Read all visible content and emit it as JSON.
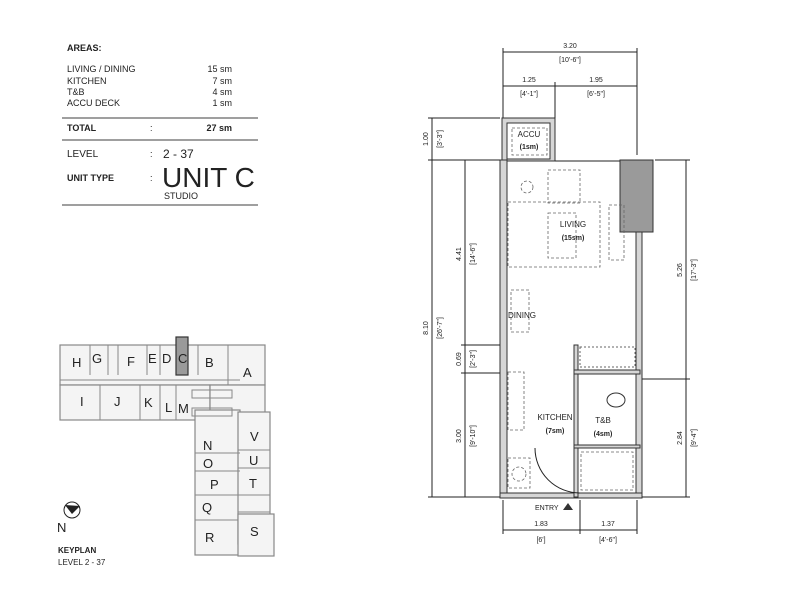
{
  "areas": {
    "heading": "AREAS:",
    "rows": [
      {
        "label": "LIVING / DINING",
        "value": "15 sm"
      },
      {
        "label": "KITCHEN",
        "value": "7 sm"
      },
      {
        "label": "T&B",
        "value": "4 sm"
      },
      {
        "label": "ACCU DECK",
        "value": "1 sm"
      }
    ],
    "total_label": "TOTAL",
    "colon": ":",
    "total_value": "27 sm",
    "level_label": "LEVEL",
    "level_value": "2 - 37",
    "unit_type_label": "UNIT TYPE",
    "unit_type_value": "UNIT C",
    "unit_subtype": "STUDIO"
  },
  "keyplan": {
    "title": "KEYPLAN",
    "level": "LEVEL  2 - 37",
    "north": "N",
    "highlight_color": "#9a9a9a",
    "units": [
      "H",
      "G",
      "F",
      "E",
      "D",
      "C",
      "B",
      "A",
      "I",
      "J",
      "K",
      "L",
      "M",
      "N",
      "O",
      "P",
      "Q",
      "R",
      "S",
      "T",
      "U",
      "V"
    ]
  },
  "plan": {
    "rooms": {
      "accu": "ACCU",
      "accu_area": "(1sm)",
      "living": "LIVING",
      "living_area": "(15sm)",
      "dining": "DINING",
      "kitchen": "KITCHEN",
      "kitchen_area": "(7sm)",
      "tb": "T&B",
      "tb_area": "(4sm)",
      "entry": "ENTRY"
    },
    "dims": {
      "total_width": "3.20",
      "total_width_ft": "[10'-6\"]",
      "w1": "1.25",
      "w1_ft": "[4'-1\"]",
      "w2": "1.95",
      "w2_ft": "[6'-5\"]",
      "accu_depth": "1.00",
      "accu_depth_ft": "[3'-3\"]",
      "total_depth": "8.10",
      "total_depth_ft": "[26'-7\"]",
      "living_depth": "4.41",
      "living_depth_ft": "[14'-6\"]",
      "mid_depth": "0.69",
      "mid_depth_ft": "[2'-3\"]",
      "kitchen_depth": "3.00",
      "kitchen_depth_ft": "[9'-10\"]",
      "right_upper": "5.26",
      "right_upper_ft": "[17'-3\"]",
      "right_lower": "2.84",
      "right_lower_ft": "[9'-4\"]",
      "bottom1": "1.83",
      "bottom1_ft": "[6']",
      "bottom2": "1.37",
      "bottom2_ft": "[4'-6\"]"
    }
  }
}
